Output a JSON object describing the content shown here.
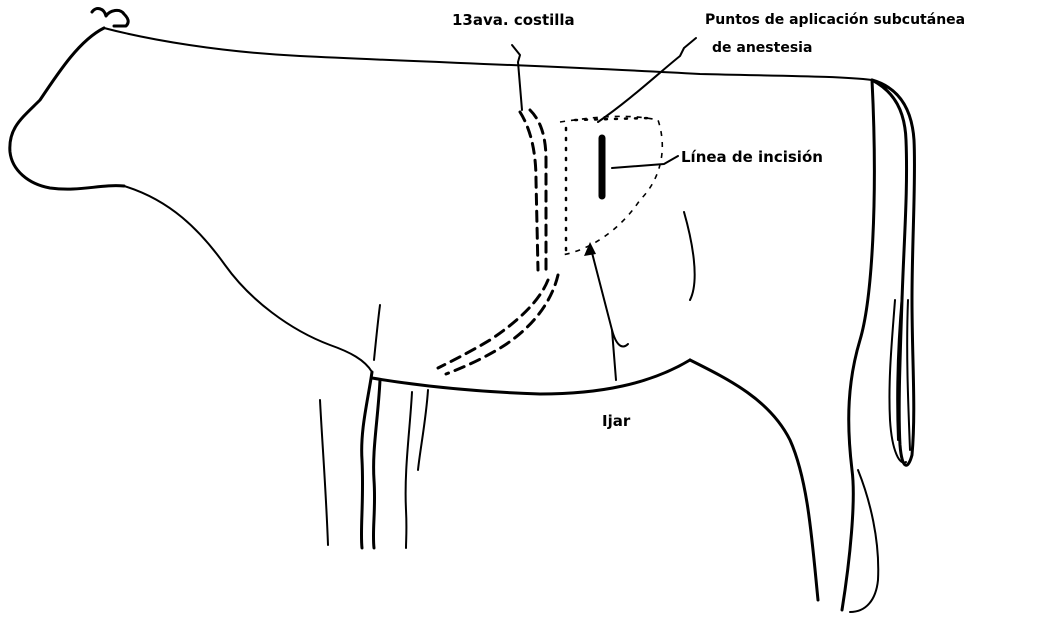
{
  "labels": {
    "rib": "13ava. costilla",
    "injection_line1": "Puntos de aplicación subcutánea",
    "injection_line2": "de anestesia",
    "incision": "Línea de incisión",
    "flank": "Ijar"
  }
}
